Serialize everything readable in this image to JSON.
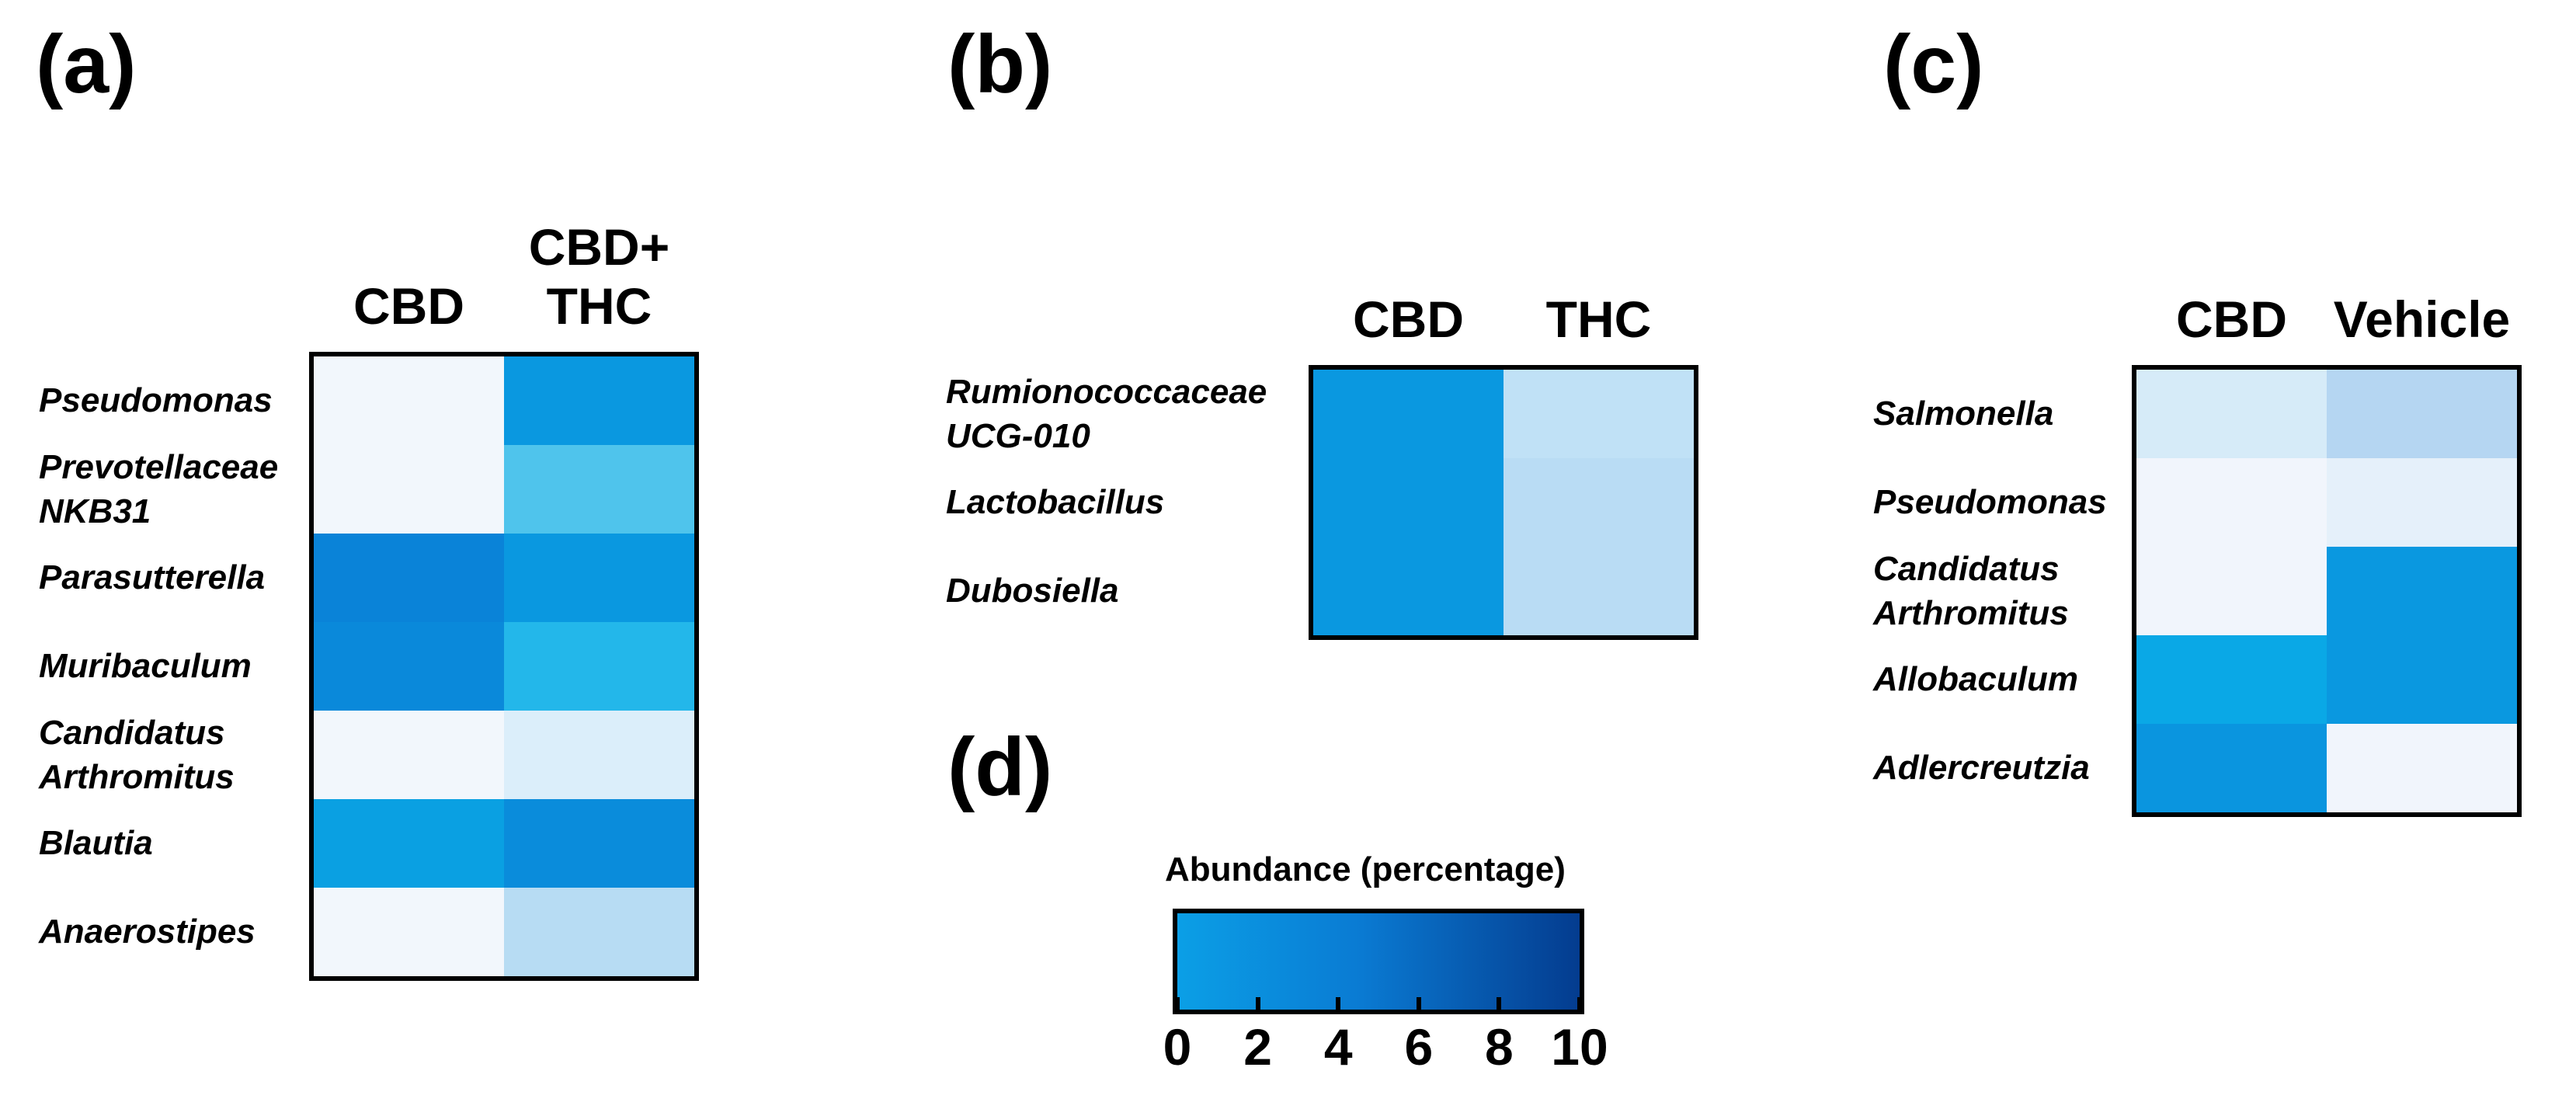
{
  "chart_data": [
    {
      "type": "heatmap",
      "panel": "(a)",
      "columns": [
        "CBD",
        "CBD+\nTHC"
      ],
      "rows": [
        "Pseudomonas",
        "Prevotellaceae\nNKB31",
        "Parasutterella",
        "Muribaculum",
        "Candidatus\nArthromitus",
        "Blautia",
        "Anaerostipes"
      ],
      "colors": [
        [
          "#f2f7fc",
          "#0a98e0"
        ],
        [
          "#f2f7fc",
          "#4fc4ec"
        ],
        [
          "#0a83d8",
          "#0a98e0"
        ],
        [
          "#0a89da",
          "#23b7ea"
        ],
        [
          "#f2f7fc",
          "#dbeefa"
        ],
        [
          "#0aa0e2",
          "#0a8cdb"
        ],
        [
          "#f2f7fc",
          "#b7dcf3"
        ]
      ]
    },
    {
      "type": "heatmap",
      "panel": "(b)",
      "columns": [
        "CBD",
        "THC"
      ],
      "rows": [
        "Rumionococcaceae\nUCG-010",
        "Lactobacillus",
        "Dubosiella"
      ],
      "colors": [
        [
          "#0a98e0",
          "#c0e1f6"
        ],
        [
          "#0a98e0",
          "#b9dcf4"
        ],
        [
          "#0a98e0",
          "#b9dcf4"
        ]
      ]
    },
    {
      "type": "heatmap",
      "panel": "(c)",
      "columns": [
        "CBD",
        "Vehicle"
      ],
      "rows": [
        "Salmonella",
        "Pseudomonas",
        "Candidatus\nArthromitus",
        "Allobaculum",
        "Adlercreutzia"
      ],
      "colors": [
        [
          "#d6ebf8",
          "#b5d6f2"
        ],
        [
          "#f1f5fc",
          "#e5f0fa"
        ],
        [
          "#f1f5fc",
          "#0a98e0"
        ],
        [
          "#0aa8e6",
          "#0a98e0"
        ],
        [
          "#0a95df",
          "#f1f5fc"
        ]
      ]
    }
  ],
  "legend": {
    "panel": "(d)",
    "title": "Abundance (percentage)",
    "ticks": [
      "0",
      "2",
      "4",
      "6",
      "8",
      "10"
    ],
    "range": [
      0,
      10
    ],
    "color_low": "#0b9fe6",
    "color_high": "#043c8f"
  }
}
